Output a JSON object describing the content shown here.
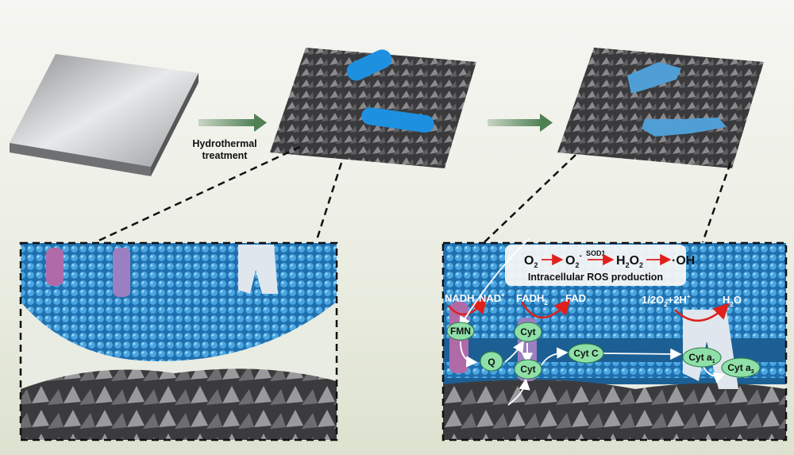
{
  "step1": {
    "label_line1": "Hydrothermal",
    "label_line2": "treatment"
  },
  "ros_box": {
    "o2": "O",
    "o2_sub": "2",
    "superoxide": "O",
    "superoxide_sub": "2",
    "superoxide_sup": "-",
    "enzyme": "SOD1",
    "h2o2_h": "H",
    "h2o2_sub1": "2",
    "h2o2_o": "O",
    "h2o2_sub2": "2",
    "hydroxyl": "·OH",
    "caption": "Intracellular ROS production"
  },
  "etc": {
    "nadh": "NADH",
    "nad": "NAD",
    "nad_sup": "+",
    "fadh2": "FADH",
    "fadh2_sub": "2",
    "fad": "FAD",
    "oxygen_in": "1/2O",
    "oxygen_in_sub": "2",
    "oxygen_in_rest": "+2H",
    "oxygen_in_sup": "+",
    "water": "H",
    "water_sub": "2",
    "water_o": "O",
    "fmn": "FMN",
    "q": "Q",
    "cyt_top": "Cyt",
    "cyt_bottom": "Cyt",
    "cyt_c": "Cyt C",
    "cyt_a1": "Cyt a",
    "cyt_a1_sub": "1",
    "cyt_a3": "Cyt a",
    "cyt_a3_sub": "3"
  },
  "colors": {
    "bacteria": "#1e90e0",
    "membrane": "#2f86c4",
    "arrow": "#5e8a62",
    "red_arrow": "#e0201c",
    "node": "#8fe0a8"
  }
}
